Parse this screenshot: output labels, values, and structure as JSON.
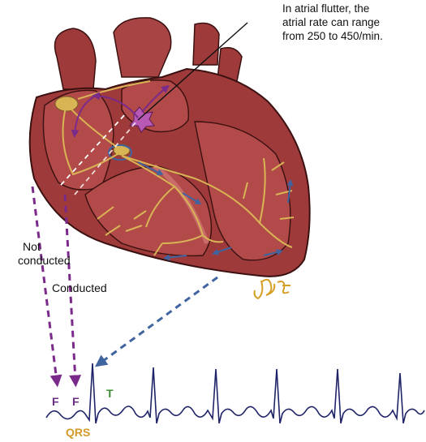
{
  "callout": {
    "line1": "In atrial flutter, the",
    "line2": "atrial rate can range",
    "line3": "from 250 to 450/min."
  },
  "labels": {
    "not_conducted_line1": "Not",
    "not_conducted_line2": "conducted",
    "conducted": "Conducted"
  },
  "ecg": {
    "flutter_wave_1": "F",
    "flutter_wave_2": "F",
    "t_wave": "T",
    "qrs": "QRS"
  },
  "signature": "JKG",
  "colors": {
    "heart_outer": "#9e3a3a",
    "heart_chamber": "#b24a49",
    "heart_wall": "#c96b68",
    "conduction": "#d9b455",
    "purple_arrow": "#7a2a8a",
    "blue_arrow": "#3f64a0",
    "ecg_line": "#1f2468",
    "f_label": "#6a2c82",
    "t_label": "#3f8a35",
    "qrs_label": "#d39a2a",
    "signature": "#d69f24"
  }
}
